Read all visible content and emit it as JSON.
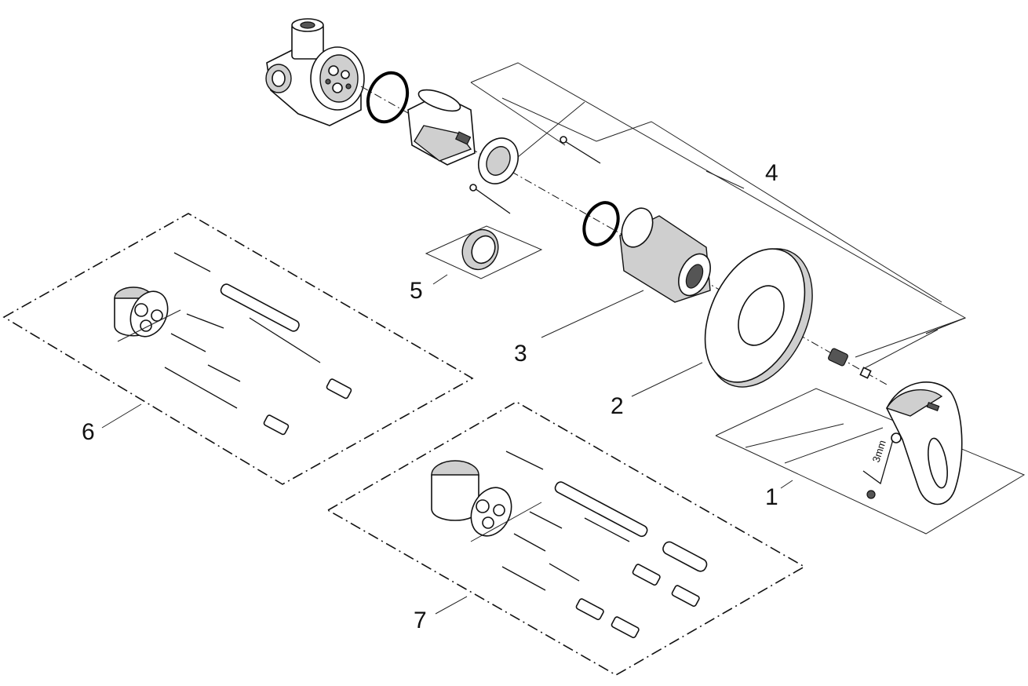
{
  "callouts": {
    "c1": "1",
    "c2": "2",
    "c3": "3",
    "c4": "4",
    "c5": "5",
    "c6": "6",
    "c7": "7"
  },
  "tool_label": "3mm"
}
